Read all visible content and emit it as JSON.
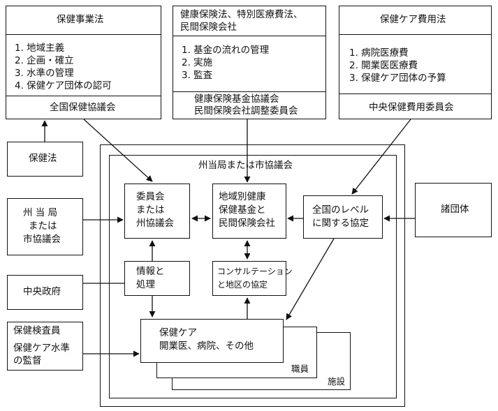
{
  "top_boxes": {
    "hoken_jigyo": {
      "title": "保健事業法",
      "items": [
        "1. 地域主義",
        "2. 企画・確立",
        "3. 水準の管理",
        "4. 保健ケア団体の認可"
      ],
      "footer": "全国保健協議会"
    },
    "kenko_hoken": {
      "title_line1": "健康保険法、特別医療費法、",
      "title_line2": "民間保険会社",
      "items": [
        "1. 基金の流れの管理",
        "2. 実施",
        "3. 監査"
      ],
      "footer_line1": "健康保険基金協議会",
      "footer_line2": "民間保険会社調整委員会"
    },
    "hiyo": {
      "title": "保健ケア費用法",
      "items": [
        "1. 病院医療費",
        "2. 開業医医療費",
        "3. 保健ケア団体の予算"
      ],
      "footer": "中央保健費用委員会"
    }
  },
  "left_boxes": {
    "hokenho": "保健法",
    "shu_line1": "州 当 局",
    "shu_line2": "または",
    "shu_line3": "市協議会",
    "chuo": "中央政府",
    "kensa_line1": "保健検査員",
    "kensa_line2": "保健ケア水準",
    "kensa_line3": "の監督"
  },
  "right_box": "諸団体",
  "container_title": "州当局または市協議会",
  "inner": {
    "iinkai_line1": "委員会",
    "iinkai_line2": "または",
    "iinkai_line3": "州協議会",
    "kikin_line1": "地域別健康",
    "kikin_line2": "保健基金と",
    "kikin_line3": "民間保険会社",
    "kyotei_line1": "全国のレベル",
    "kyotei_line2": "に関する協定",
    "joho_line1": "情報と",
    "joho_line2": "処理",
    "consult_line1": "コンサルテーション",
    "consult_line2": "と地区の協定",
    "care_line1": "保健ケア",
    "care_line2": "開業医、病院、その他",
    "shokuin": "職員",
    "shisetsu": "施設"
  }
}
